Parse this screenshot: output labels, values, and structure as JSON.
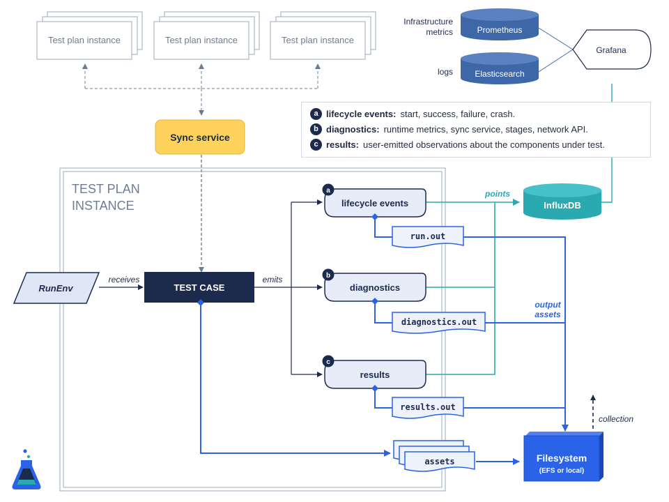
{
  "test_plan_stacks": [
    {
      "label": "Test plan instance"
    },
    {
      "label": "Test plan instance"
    },
    {
      "label": "Test plan instance"
    }
  ],
  "sync_service": {
    "label": "Sync service"
  },
  "test_plan_instance": {
    "title_line1": "TEST PLAN",
    "title_line2": "INSTANCE"
  },
  "runenv": {
    "label": "RunEnv"
  },
  "test_case": {
    "label": "TEST CASE"
  },
  "edge_labels": {
    "receives": "receives",
    "emits": "emits",
    "points": "points",
    "output_assets_line1": "output",
    "output_assets_line2": "assets",
    "collection": "collection"
  },
  "streams": [
    {
      "badge": "a",
      "label": "lifecycle events",
      "file": "run.out"
    },
    {
      "badge": "b",
      "label": "diagnostics",
      "file": "diagnostics.out"
    },
    {
      "badge": "c",
      "label": "results",
      "file": "results.out"
    }
  ],
  "assets": {
    "label": "assets"
  },
  "filesystem": {
    "label": "Filesystem",
    "sublabel": "(EFS or local)"
  },
  "influxdb": {
    "label": "InfluxDB"
  },
  "prometheus": {
    "label": "Prometheus",
    "side_label_line1": "Infrastructure",
    "side_label_line2": "metrics"
  },
  "elasticsearch": {
    "label": "Elasticsearch",
    "side_label": "logs"
  },
  "grafana": {
    "label": "Grafana"
  },
  "legend": [
    {
      "badge": "a",
      "key": "lifecycle events:",
      "text": "start, success, failure, crash."
    },
    {
      "badge": "b",
      "key": "diagnostics:",
      "text": "runtime metrics, sync service, stages, network API."
    },
    {
      "badge": "c",
      "key": "results:",
      "text": "user-emitted observations about the components under test."
    }
  ],
  "colors": {
    "navy": "#1c2a4e",
    "blue": "#2a62e8",
    "teal": "#2aa9b1",
    "db_blue": "#3e67a8",
    "sync_yellow": "#fdd35c",
    "gray_line": "#8c9bb0"
  }
}
